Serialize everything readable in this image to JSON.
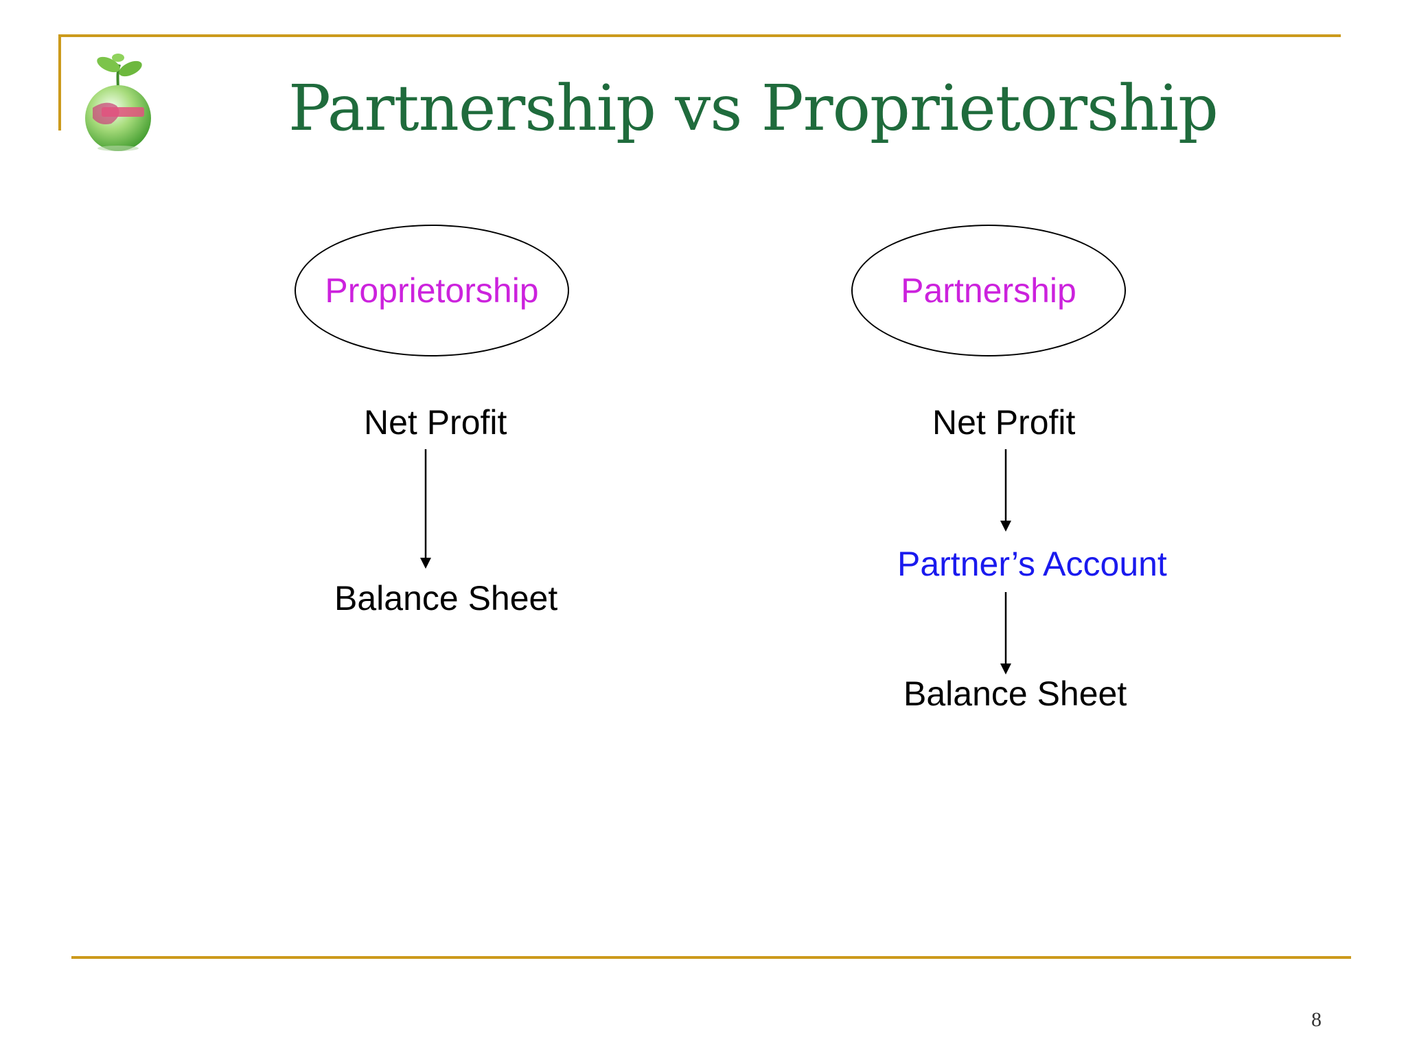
{
  "slide": {
    "title": "Partnership vs Proprietorship",
    "page_number": "8"
  },
  "left": {
    "oval_label": "Proprietorship",
    "step1": "Net Profit",
    "step2": "Balance Sheet"
  },
  "right": {
    "oval_label": "Partnership",
    "step1": "Net Profit",
    "step2": "Partner’s Account",
    "step3": "Balance Sheet"
  },
  "colors": {
    "accent": "#cc9a1c",
    "title": "#1f6b3c",
    "oval_text": "#cc22dd",
    "highlight_text": "#1a1aee"
  },
  "icons": {
    "logo": "globe-seedling-logo"
  }
}
